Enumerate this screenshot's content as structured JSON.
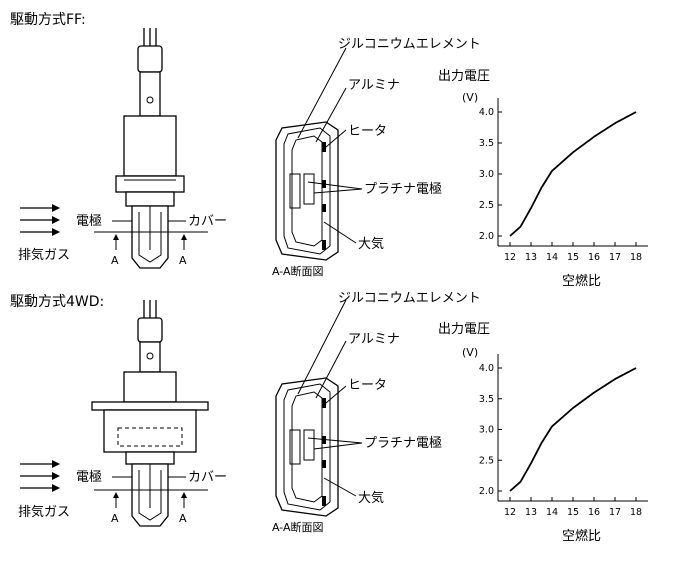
{
  "colors": {
    "ink": "#000000",
    "background": "#ffffff"
  },
  "sections": [
    {
      "title": "駆動方式FF:",
      "sensor": {
        "electrode": "電極",
        "cover": "カバー",
        "exhaust": "排気ガス",
        "section_marker": "A"
      },
      "cross_section": {
        "zirconia": "ジルコニウムエレメント",
        "alumina": "アルミナ",
        "heater": "ヒータ",
        "platinum": "プラチナ電極",
        "atmosphere": "大気",
        "caption": "A-A断面図"
      },
      "chart_data": {
        "type": "line",
        "title": "出力電圧",
        "ylabel": "(V)",
        "xlabel": "空燃比",
        "x_ticks": [
          12,
          13,
          14,
          15,
          16,
          17,
          18
        ],
        "y_ticks": [
          "2.0",
          "2.5",
          "3.0",
          "3.5",
          "4.0"
        ],
        "xlim": [
          12,
          18
        ],
        "ylim": [
          2.0,
          4.0
        ],
        "series": [
          {
            "x": [
              12.0,
              12.5,
              13.0,
              13.5,
              14.0,
              15.0,
              16.0,
              17.0,
              18.0
            ],
            "y": [
              2.0,
              2.15,
              2.45,
              2.78,
              3.05,
              3.35,
              3.6,
              3.82,
              4.0
            ]
          }
        ]
      }
    },
    {
      "title": "駆動方式4WD:",
      "sensor": {
        "electrode": "電極",
        "cover": "カバー",
        "exhaust": "排気ガス",
        "section_marker": "A"
      },
      "cross_section": {
        "zirconia": "ジルコニウムエレメント",
        "alumina": "アルミナ",
        "heater": "ヒータ",
        "platinum": "プラチナ電極",
        "atmosphere": "大気",
        "caption": "A-A断面図"
      },
      "chart_data": {
        "type": "line",
        "title": "出力電圧",
        "ylabel": "(V)",
        "xlabel": "空燃比",
        "x_ticks": [
          12,
          13,
          14,
          15,
          16,
          17,
          18
        ],
        "y_ticks": [
          "2.0",
          "2.5",
          "3.0",
          "3.5",
          "4.0"
        ],
        "xlim": [
          12,
          18
        ],
        "ylim": [
          2.0,
          4.0
        ],
        "series": [
          {
            "x": [
              12.0,
              12.5,
              13.0,
              13.5,
              14.0,
              15.0,
              16.0,
              17.0,
              18.0
            ],
            "y": [
              2.0,
              2.15,
              2.45,
              2.78,
              3.05,
              3.35,
              3.6,
              3.82,
              4.0
            ]
          }
        ]
      }
    }
  ]
}
